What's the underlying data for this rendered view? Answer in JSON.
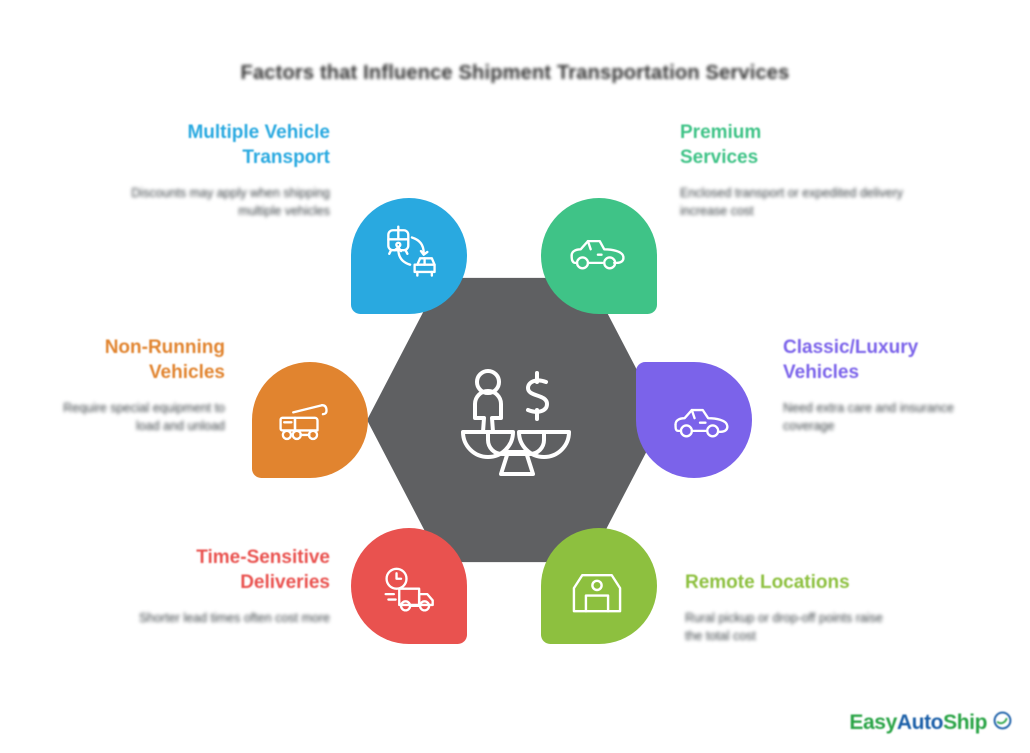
{
  "title": "Factors that Influence Shipment Transportation Services",
  "center": {
    "icon": "balance-scale-person-dollar-icon",
    "shape": "hexagon",
    "color": "#5f6062"
  },
  "segments": [
    {
      "id": "multi-vehicle",
      "heading": "Multiple Vehicle\nTransport",
      "description": "Discounts may apply when shipping multiple vehicles",
      "color": "#29a9e0",
      "icon": "train-to-car-transfer-icon",
      "align": "right"
    },
    {
      "id": "premium-services",
      "heading": "Premium\nServices",
      "description": "Enclosed transport or expedited delivery increase cost",
      "color": "#3fc387",
      "icon": "sports-car-icon",
      "align": "left"
    },
    {
      "id": "non-running",
      "heading": "Non-Running\nVehicles",
      "description": "Require special equipment to load and unload",
      "color": "#e1842f",
      "icon": "tow-truck-icon",
      "align": "right"
    },
    {
      "id": "classic-luxury",
      "heading": "Classic/Luxury\nVehicles",
      "description": "Need extra care and insurance coverage",
      "color": "#7b63ea",
      "icon": "convertible-car-icon",
      "align": "left"
    },
    {
      "id": "time-sensitive",
      "heading": "Time-Sensitive\nDeliveries",
      "description": "Shorter lead times often cost more",
      "color": "#e9524f",
      "icon": "clock-delivery-truck-icon",
      "align": "right"
    },
    {
      "id": "remote-locations",
      "heading": "Remote Locations",
      "description": "Rural pickup or drop-off points raise the total cost",
      "color": "#8dc03f",
      "icon": "barn-icon",
      "align": "left"
    }
  ],
  "logo": {
    "part1": "Easy",
    "part2": "Auto",
    "part3": "Ship",
    "mark": "circle-swoosh-icon",
    "color_green": "#2aa446",
    "color_blue": "#1b5fa8"
  }
}
